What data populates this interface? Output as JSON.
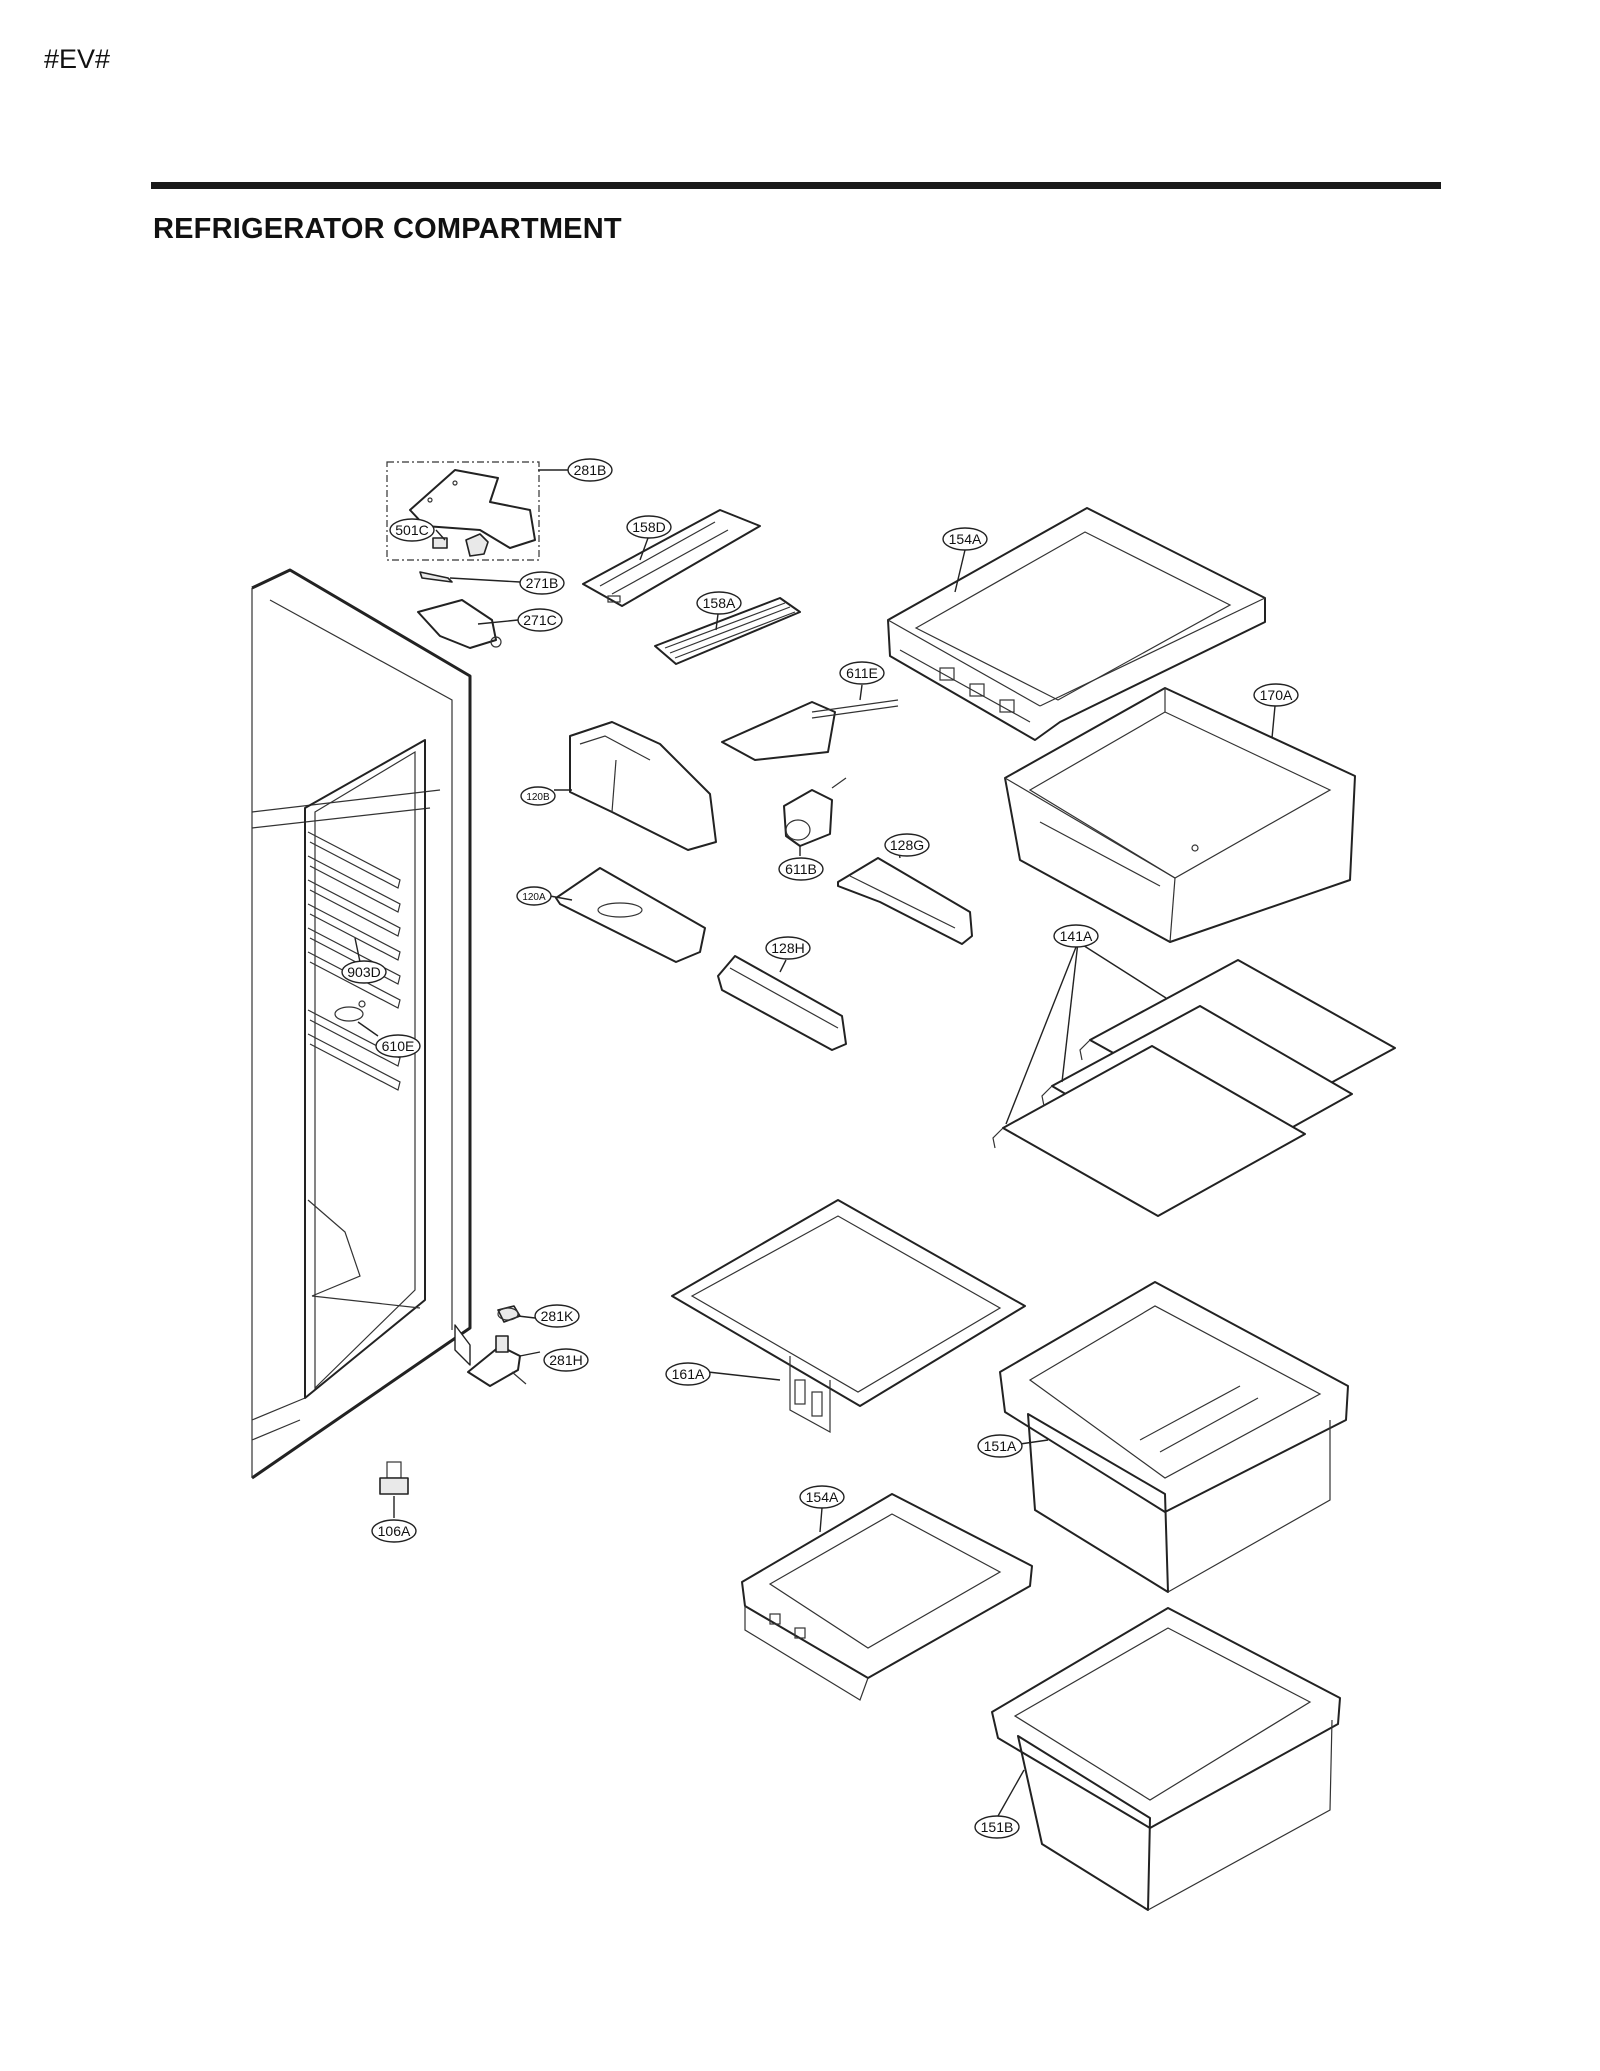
{
  "page": {
    "code": "#EV#",
    "title": "REFRIGERATOR COMPARTMENT"
  },
  "callouts": [
    {
      "id": "281B",
      "label": "281B"
    },
    {
      "id": "501C",
      "label": "501C"
    },
    {
      "id": "271B",
      "label": "271B"
    },
    {
      "id": "271C",
      "label": "271C"
    },
    {
      "id": "158D",
      "label": "158D"
    },
    {
      "id": "158A",
      "label": "158A"
    },
    {
      "id": "154A-top",
      "label": "154A"
    },
    {
      "id": "170A",
      "label": "170A"
    },
    {
      "id": "611E",
      "label": "611E"
    },
    {
      "id": "120B",
      "label": "120B"
    },
    {
      "id": "611B",
      "label": "611B"
    },
    {
      "id": "128G",
      "label": "128G"
    },
    {
      "id": "120A",
      "label": "120A"
    },
    {
      "id": "128H",
      "label": "128H"
    },
    {
      "id": "141A",
      "label": "141A"
    },
    {
      "id": "903D",
      "label": "903D"
    },
    {
      "id": "610E",
      "label": "610E"
    },
    {
      "id": "281K",
      "label": "281K"
    },
    {
      "id": "281H",
      "label": "281H"
    },
    {
      "id": "161A",
      "label": "161A"
    },
    {
      "id": "151A",
      "label": "151A"
    },
    {
      "id": "106A",
      "label": "106A"
    },
    {
      "id": "154A-bottom",
      "label": "154A"
    },
    {
      "id": "151B",
      "label": "151B"
    }
  ]
}
